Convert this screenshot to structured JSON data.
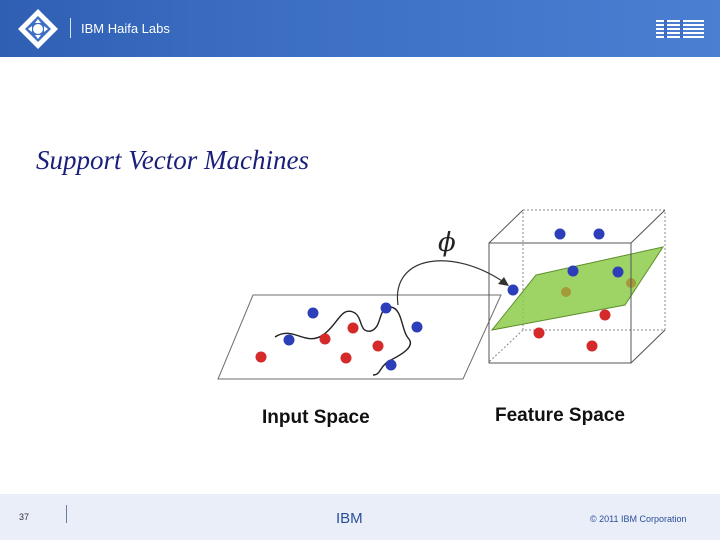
{
  "header": {
    "title": "IBM Haifa Labs",
    "brand": "IBM"
  },
  "slide": {
    "title": "Support Vector Machines"
  },
  "figure": {
    "phi_label": "ϕ",
    "input_label": "Input Space",
    "feature_label": "Feature Space"
  },
  "footer": {
    "page_number": "37",
    "center_text": "IBM",
    "copyright": "© 2011 IBM Corporation"
  },
  "colors": {
    "header_blue": "#3c6fc4",
    "title_navy": "#1a1f7a",
    "plane_green": "#8ccd4a",
    "dot_red": "#d42a2a",
    "dot_blue": "#2c3fb8"
  }
}
